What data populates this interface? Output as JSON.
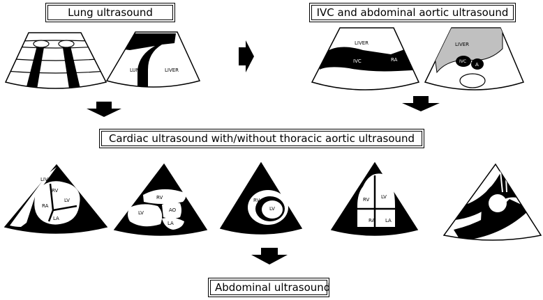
{
  "titles": {
    "lung": "Lung ultrasound",
    "ivc": "IVC and abdominal aortic ultrasound",
    "cardiac": "Cardiac ultrasound with/without thoracic aortic ultrasound",
    "abdominal": "Abdominal ultrasound"
  },
  "labels": {
    "lung": "LUNG",
    "liver": "LIVER",
    "ivc": "IVC",
    "ra": "RA",
    "a": "A",
    "rv": "RV",
    "lv": "LV",
    "la": "LA",
    "ao": "AO"
  }
}
